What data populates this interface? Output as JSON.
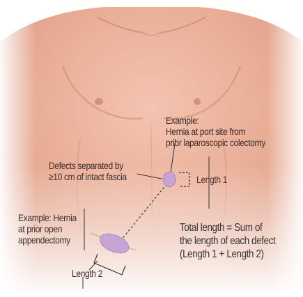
{
  "annotations": {
    "example_port": "Example:\nHernia at port site from\nprior laparoscopic colectomy",
    "defects_separated": "Defects separated by\n≥10 cm of intact fascia",
    "length1": "Length 1",
    "example_appendectomy": "Example: Hernia\nat prior open\nappendectomy",
    "total_length": "Total length = Sum of\nthe length of each defect\n(Length 1 + Length 2)",
    "length2": "Length 2"
  },
  "colors": {
    "skin": "#e8aa94",
    "skin_dark": "#c98a72",
    "hernia": "#c7a3d8",
    "text": "#3d2b2b"
  }
}
